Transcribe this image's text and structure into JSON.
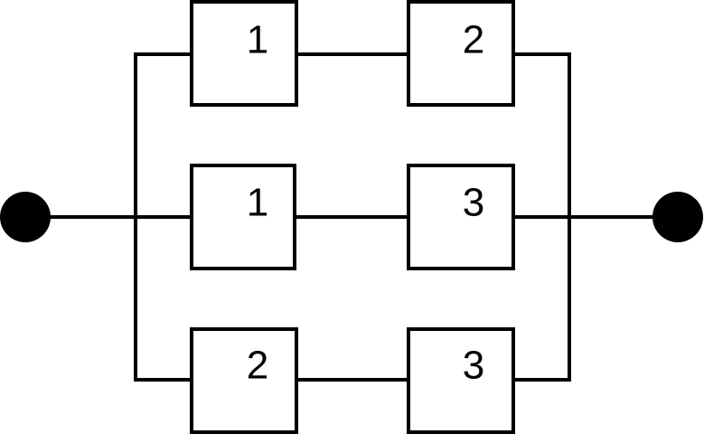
{
  "diagram": {
    "type": "reliability-block-diagram",
    "branches": [
      {
        "blocks": [
          "1",
          "2"
        ]
      },
      {
        "blocks": [
          "1",
          "3"
        ]
      },
      {
        "blocks": [
          "2",
          "3"
        ]
      }
    ],
    "terminals": [
      "input",
      "output"
    ],
    "colors": {
      "stroke": "#000000",
      "fill": "#ffffff",
      "terminal": "#000000"
    }
  }
}
